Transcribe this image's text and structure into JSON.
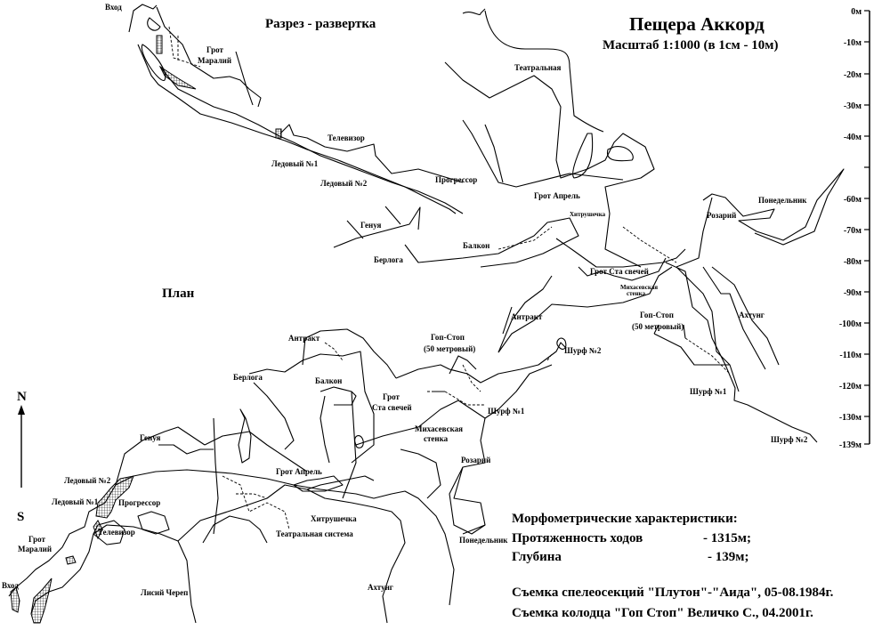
{
  "title": "Пещера Аккорд",
  "scale": "Масштаб 1:1000 (в 1см - 10м)",
  "section": {
    "heading": "Разрез - развертка",
    "labels": {
      "entrance": "Вход",
      "grot_maraliy_1": "Грот",
      "grot_maraliy_2": "Маралий",
      "televizor": "Телевизор",
      "ledovy1": "Ледовый №1",
      "ledovy2": "Ледовый №2",
      "progressor": "Прогрессор",
      "genuya": "Генуя",
      "berloga": "Берлога",
      "teatralnaya": "Театральная",
      "grot_aprel": "Грот Апрель",
      "khitrushechka": "Хитрушечка",
      "balkon": "Балкон",
      "rozariy": "Розарий",
      "ponedelnik": "Понедельник",
      "grot_sta_svechey": "Грот Ста свечей",
      "mikhasevskaya_1": "Михасевская",
      "mikhasevskaya_2": "стенка",
      "antrakt": "Антракт",
      "gop_stop_1": "Гоп-Стоп",
      "gop_stop_2": "(50 метровый)",
      "akhtung": "Ахтунг",
      "shurf1": "Шурф №1",
      "shurf2": "Шурф №2"
    }
  },
  "plan": {
    "heading": "План",
    "north": "N",
    "south": "S",
    "labels": {
      "antrakt": "Антракт",
      "gop_stop_1": "Гоп-Стоп",
      "gop_stop_2": "(50 метровый)",
      "berloga": "Берлога",
      "balkon": "Балкон",
      "grot_sta_1": "Грот",
      "grot_sta_2": "Ста свечей",
      "shurf2": "Шурф №2",
      "shurf1": "Шурф №1",
      "mikhasevskaya_1": "Михасевская",
      "mikhasevskaya_2": "стенка",
      "genuya": "Генуя",
      "rozariy": "Розарий",
      "grot_aprel": "Грот Апрель",
      "ledovy2": "Ледовый №2",
      "ledovy1": "Ледовый №1",
      "progressor": "Прогрессор",
      "khitrushechka": "Хитрушечка",
      "televizor": "Телевизор",
      "teatr_system": "Театральная система",
      "grot_maraliy_1": "Грот",
      "grot_maraliy_2": "Маралий",
      "ponedelnik": "Понедельник",
      "entrance": "Вход",
      "lisiy_cherep": "Лисий Череп",
      "akhtung": "Ахтунг"
    }
  },
  "depth_scale": {
    "ticks": [
      "0м",
      "-10м",
      "-20м",
      "-30м",
      "-40м",
      "",
      "-60м",
      "-70м",
      "-80м",
      "-90м",
      "-100м",
      "-110м",
      "-120м",
      "-130м",
      "-139м"
    ]
  },
  "morphometry": {
    "heading": "Морфометрические характеристики:",
    "length_label": "Протяженность ходов",
    "length_value": "- 1315м;",
    "depth_label": "Глубина",
    "depth_value": "- 139м;"
  },
  "credits": [
    "Съемка спелеосекций \"Плутон\"-\"Аида\", 05-08.1984г.",
    "Съемка колодца \"Гоп Стоп\" Величко С., 04.2001г."
  ]
}
